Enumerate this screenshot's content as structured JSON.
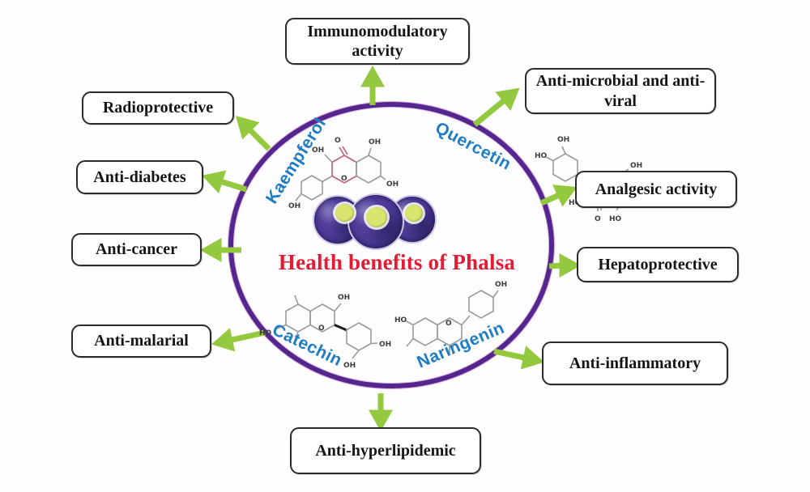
{
  "figure": {
    "title": "Health benefits of Phalsa"
  },
  "compounds": [
    {
      "name": "Kaempferol"
    },
    {
      "name": "Quercetin"
    },
    {
      "name": "Catechin"
    },
    {
      "name": "Naringenin"
    }
  ],
  "benefits": [
    {
      "label": "Immunomodulatory activity"
    },
    {
      "label": "Anti-microbial and anti-viral"
    },
    {
      "label": "Analgesic activity"
    },
    {
      "label": "Hepatoprotective"
    },
    {
      "label": "Anti-inflammatory"
    },
    {
      "label": "Anti-hyperlipidemic"
    },
    {
      "label": "Anti-malarial"
    },
    {
      "label": "Anti-cancer"
    },
    {
      "label": "Anti-diabetes"
    },
    {
      "label": "Radioprotective"
    }
  ],
  "chem_labels": {
    "oh": "OH",
    "ho": "HO",
    "o": "O"
  },
  "colors": {
    "title_red": "#e41b32",
    "compound_blue": "#1e7cc2",
    "circle_purple": "#53278d",
    "arrow_green": "#94c83e",
    "berry_purple": "#4a3894",
    "seed_yellow": "#d9e56e",
    "box_border": "#2b2b2b"
  }
}
